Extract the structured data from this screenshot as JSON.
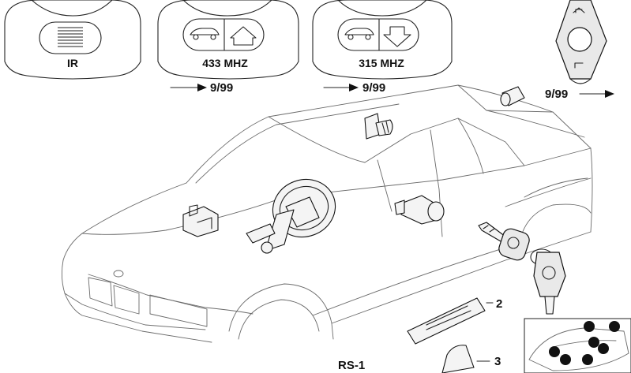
{
  "callouts": {
    "fob_ir": "IR",
    "fob_433": "433 MHZ",
    "fob_315": "315 MHZ",
    "date_1": "9/99",
    "date_2": "9/99",
    "date_3": "9/99",
    "item_2": "2",
    "item_3": "3",
    "diagram_code": "RS-1"
  },
  "icons": {
    "fob_ir": "ir-window-icon",
    "fob_433": "car-unlock-house-icon",
    "fob_315": "car-unlock-arrow-icon",
    "key_fob": "key-fob-icon",
    "arrow": "arrow-right-icon"
  },
  "colors": {
    "line": "#222222",
    "car_outline": "#6a6a6a",
    "marker": "#111111"
  }
}
